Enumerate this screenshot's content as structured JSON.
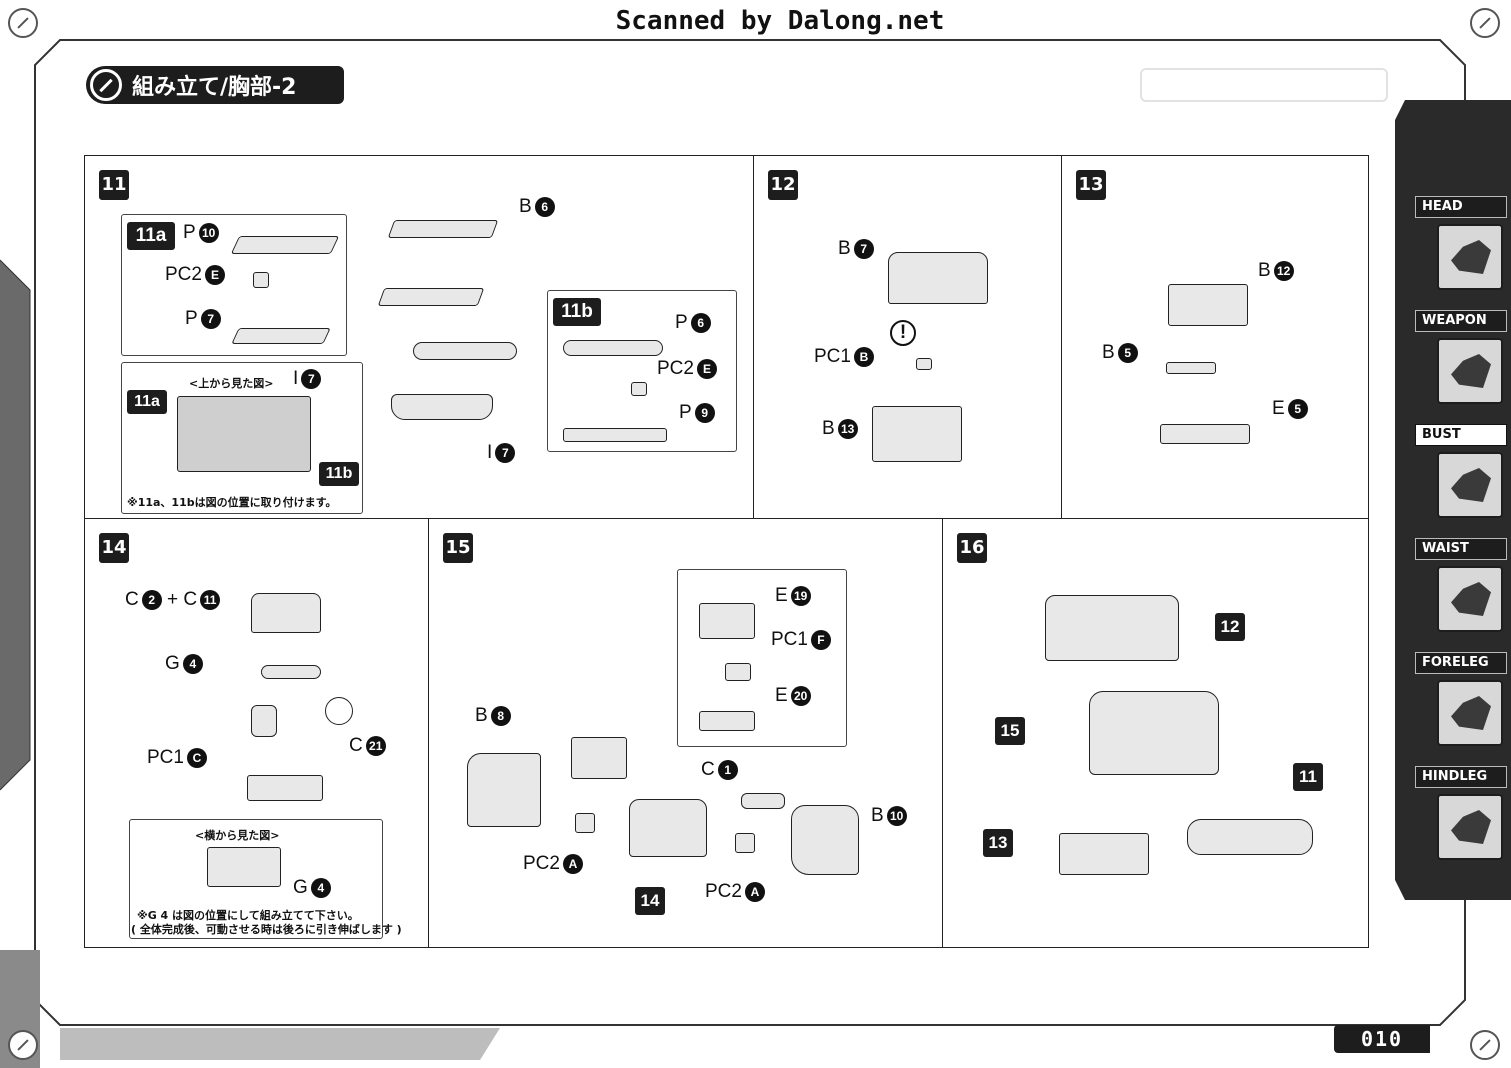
{
  "watermark": "Scanned by Dalong.net",
  "title": "組み立て/胸部-2",
  "page_number": "010",
  "steps": {
    "s11": {
      "number": "11",
      "sub_a": "11a",
      "sub_b": "11b",
      "top_view_caption": "<上から見た図>",
      "note": "※11a、11bは図の位置に取り付けます。",
      "labels": {
        "b6": {
          "letter": "B",
          "num": "6"
        },
        "p10": {
          "letter": "P",
          "num": "10"
        },
        "pc2e": {
          "letter": "PC2",
          "num": "E"
        },
        "p7": {
          "letter": "P",
          "num": "7"
        },
        "i7a": {
          "letter": "I",
          "num": "7"
        },
        "i7b": {
          "letter": "I",
          "num": "7"
        },
        "p6": {
          "letter": "P",
          "num": "6"
        },
        "pc2e_b": {
          "letter": "PC2",
          "num": "E"
        },
        "p9": {
          "letter": "P",
          "num": "9"
        }
      }
    },
    "s12": {
      "number": "12",
      "labels": {
        "b7": {
          "letter": "B",
          "num": "7"
        },
        "pc1b": {
          "letter": "PC1",
          "num": "B"
        },
        "b13": {
          "letter": "B",
          "num": "13"
        }
      }
    },
    "s13": {
      "number": "13",
      "labels": {
        "b12": {
          "letter": "B",
          "num": "12"
        },
        "b5": {
          "letter": "B",
          "num": "5"
        },
        "e5": {
          "letter": "E",
          "num": "5"
        }
      }
    },
    "s14": {
      "number": "14",
      "side_view_caption": "<横から見た図>",
      "note_line1": "※G 4 は図の位置にして組み立てて下さい。",
      "note_line2": "( 全体完成後、可動させる時は後ろに引き伸ばします )",
      "labels": {
        "c2": {
          "letter": "C",
          "num": "2"
        },
        "plus": "+",
        "c11": {
          "letter": "C",
          "num": "11"
        },
        "g4": {
          "letter": "G",
          "num": "4"
        },
        "pc1c": {
          "letter": "PC1",
          "num": "C"
        },
        "c21": {
          "letter": "C",
          "num": "21"
        },
        "g4b": {
          "letter": "G",
          "num": "4"
        }
      }
    },
    "s15": {
      "number": "15",
      "labels": {
        "e19": {
          "letter": "E",
          "num": "19"
        },
        "pc1f": {
          "letter": "PC1",
          "num": "F"
        },
        "e20": {
          "letter": "E",
          "num": "20"
        },
        "b8": {
          "letter": "B",
          "num": "8"
        },
        "c1": {
          "letter": "C",
          "num": "1"
        },
        "b10": {
          "letter": "B",
          "num": "10"
        },
        "pc2a_l": {
          "letter": "PC2",
          "num": "A"
        },
        "pc2a_r": {
          "letter": "PC2",
          "num": "A"
        },
        "sub14": "14"
      }
    },
    "s16": {
      "number": "16",
      "labels": {
        "sub12": "12",
        "sub15": "15",
        "sub11": "11",
        "sub13": "13"
      }
    }
  },
  "side_nav": [
    {
      "label": "HEAD",
      "icon": "head-icon",
      "active": false
    },
    {
      "label": "WEAPON",
      "icon": "weapon-icon",
      "active": false
    },
    {
      "label": "BUST",
      "icon": "bust-icon",
      "active": true
    },
    {
      "label": "WAIST",
      "icon": "waist-icon",
      "active": false
    },
    {
      "label": "FORELEG",
      "icon": "foreleg-icon",
      "active": false
    },
    {
      "label": "HINDLEG",
      "icon": "hindleg-icon",
      "active": false
    }
  ]
}
